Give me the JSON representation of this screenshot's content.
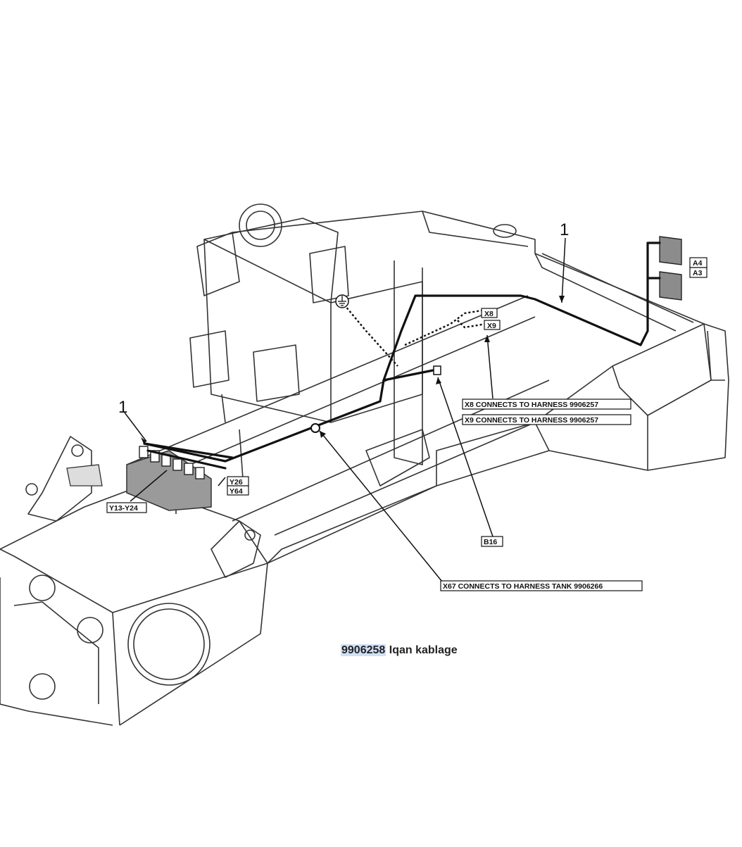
{
  "callouts": {
    "item_left": "1",
    "item_right": "1"
  },
  "labels": {
    "a4": "A4",
    "a3": "A3",
    "x8": "X8",
    "x9": "X9",
    "x8_note": "X8 CONNECTS TO HARNESS 9906257",
    "x9_note": "X9 CONNECTS TO HARNESS 9906257",
    "y26": "Y26",
    "y64": "Y64",
    "y13_y24": "Y13-Y24",
    "b16": "B16",
    "x67_note": "X67 CONNECTS TO HARNESS TANK 9906266"
  },
  "caption": {
    "part_number": "9906258",
    "title": "Iqan kablage"
  },
  "icons": [
    "ground-symbol-icon",
    "connector-icon"
  ]
}
